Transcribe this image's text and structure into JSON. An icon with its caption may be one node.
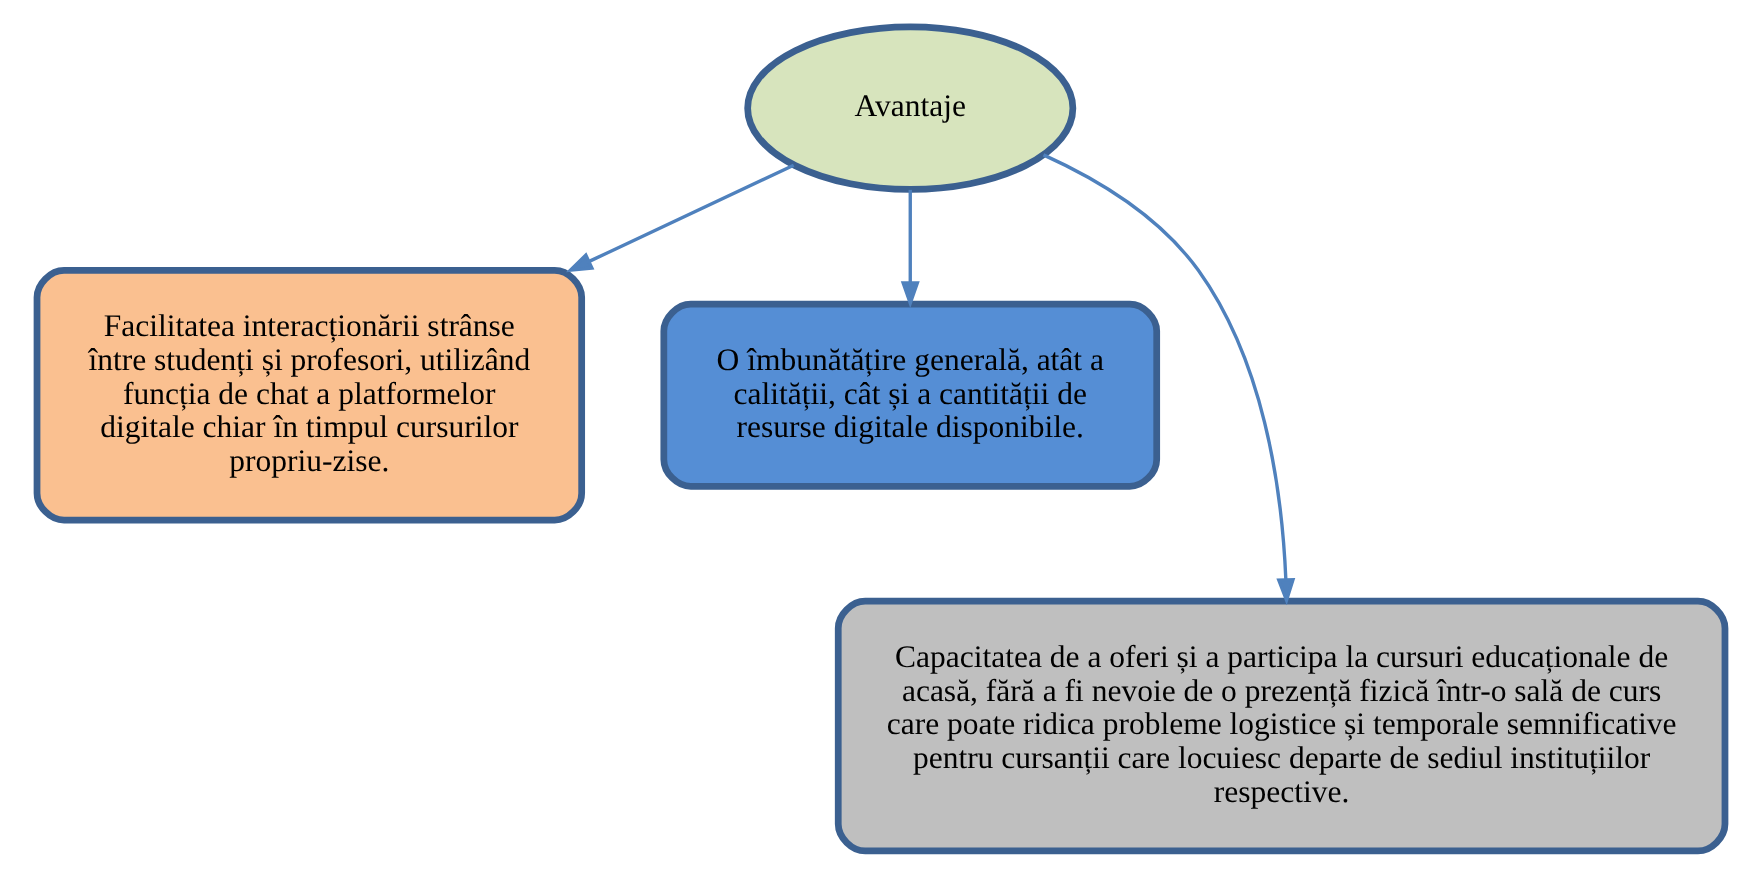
{
  "diagram": {
    "nodes": [
      {
        "text": [
          "Avantaje"
        ]
      },
      {
        "text": [
          "Facilitatea interacționării strânse între studenți și profesori, utilizând funcția de chat a platformelor digitale chiar în timpul cursurilor propriu-zise."
        ]
      },
      {
        "text": [
          "O îmbunătățire generală, atât a calității, cât și a cantității de resurse digitale disponibile."
        ]
      },
      {
        "text": [
          "Capacitatea de a oferi și a participa la cursuri educaționale de acasă, fără a fi nevoie de o prezență fizică într-o sală de curs care poate ridica probleme logistice și temporale semnificative pentru cursanții care locuiesc departe de sediul instituțiilor respective."
        ]
      }
    ],
    "edges": [
      {
        "from": 0,
        "to": 1,
        "arrow": "to"
      },
      {
        "from": 0,
        "to": 3,
        "arrow": "to"
      },
      {
        "from": 0,
        "to": 2,
        "arrow": "to"
      }
    ]
  }
}
